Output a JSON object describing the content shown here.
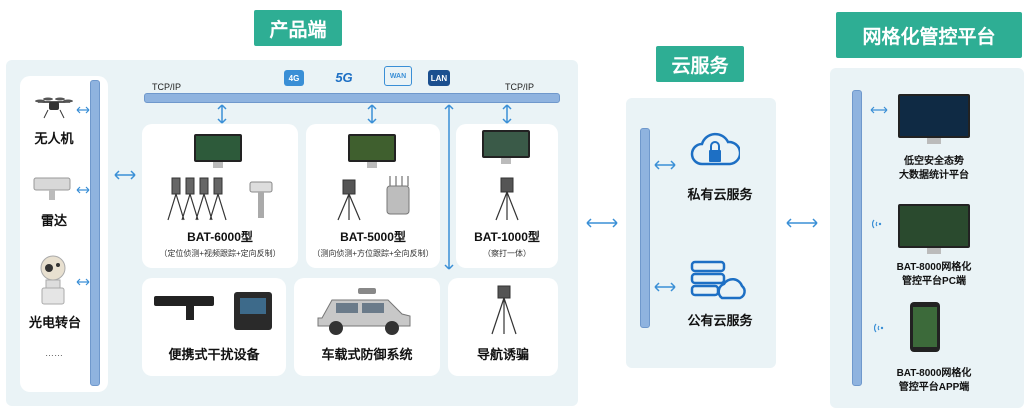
{
  "sections": {
    "product": "产品端",
    "cloud": "云服务",
    "platform": "网格化管控平台"
  },
  "network": {
    "tcp_left": "TCP/IP",
    "tcp_right": "TCP/IP",
    "badge_4g": "4G",
    "badge_5g": "5G",
    "badge_wan": "WAN",
    "badge_lan": "LAN"
  },
  "sensors": [
    {
      "label": "无人机",
      "icon": "drone-icon"
    },
    {
      "label": "雷达",
      "icon": "radar-icon"
    },
    {
      "label": "光电转台",
      "icon": "camera-turret-icon"
    },
    {
      "label": "……",
      "icon": ""
    }
  ],
  "products": {
    "bat6000": {
      "title": "BAT-6000型",
      "desc": "（定位侦测+视频跟踪+定向反制）"
    },
    "bat5000": {
      "title": "BAT-5000型",
      "desc": "（测向侦测+方位跟踪+全向反制）"
    },
    "bat1000": {
      "title": "BAT-1000型",
      "desc": "（察打一体）"
    },
    "portable": {
      "title": "便携式干扰设备"
    },
    "vehicle": {
      "title": "车载式防御系统"
    },
    "navigation": {
      "title": "导航诱骗"
    }
  },
  "cloud": {
    "private": "私有云服务",
    "public": "公有云服务"
  },
  "platform": {
    "item1_line1": "低空安全态势",
    "item1_line2": "大数据统计平台",
    "item2_line1": "BAT-8000网格化",
    "item2_line2": "管控平台PC端",
    "item3_line1": "BAT-8000网格化",
    "item3_line2": "管控平台APP端"
  },
  "colors": {
    "accent": "#2eae94",
    "panel": "#eaf3f6",
    "bar": "#8fb3df",
    "arrow": "#3a8fd6"
  }
}
